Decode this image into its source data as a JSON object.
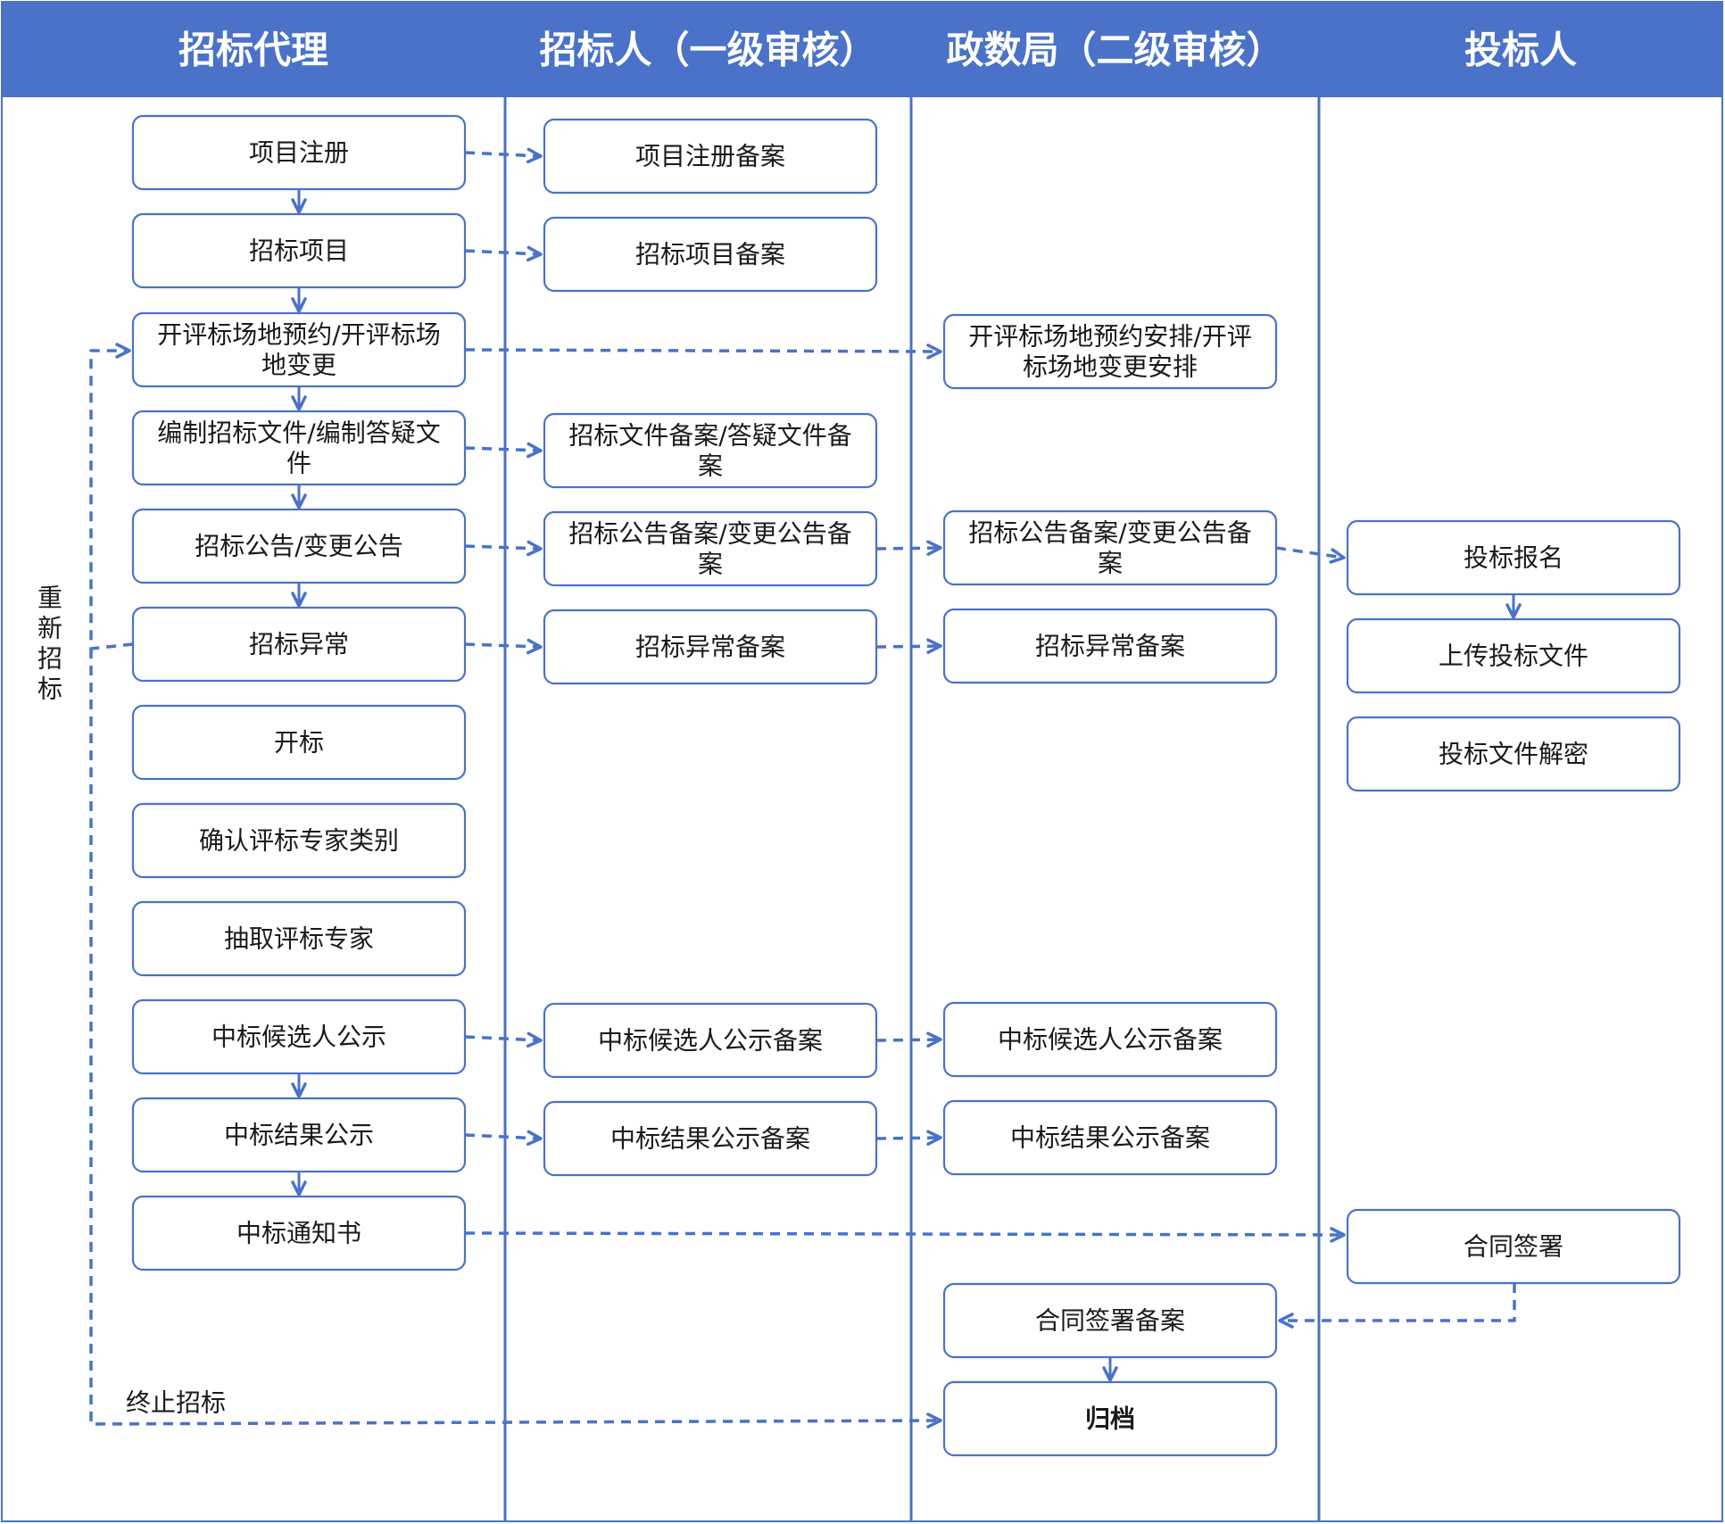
{
  "colors": {
    "accent": "#4a72c8",
    "header_fill": "#4a72c8",
    "header_text": "#ffffff",
    "node_border": "#4a72c8",
    "node_fill": "#ffffff",
    "text": "#1a1a1a"
  },
  "lanes": [
    {
      "id": "agent",
      "title": "招标代理"
    },
    {
      "id": "tenderer",
      "title": "招标人（一级审核）"
    },
    {
      "id": "bureau",
      "title": "政数局（二级审核）"
    },
    {
      "id": "bidder",
      "title": "投标人"
    }
  ],
  "nodes": [
    {
      "id": "a1",
      "lane": "agent",
      "lines": [
        "项目注册"
      ]
    },
    {
      "id": "a2",
      "lane": "agent",
      "lines": [
        "招标项目"
      ]
    },
    {
      "id": "a3",
      "lane": "agent",
      "lines": [
        "开评标场地预约/开评标场",
        "地变更"
      ]
    },
    {
      "id": "a4",
      "lane": "agent",
      "lines": [
        "编制招标文件/编制答疑文",
        "件"
      ]
    },
    {
      "id": "a5",
      "lane": "agent",
      "lines": [
        "招标公告/变更公告"
      ]
    },
    {
      "id": "a6",
      "lane": "agent",
      "lines": [
        "招标异常"
      ]
    },
    {
      "id": "a7",
      "lane": "agent",
      "lines": [
        "开标"
      ]
    },
    {
      "id": "a8",
      "lane": "agent",
      "lines": [
        "确认评标专家类别"
      ]
    },
    {
      "id": "a9",
      "lane": "agent",
      "lines": [
        "抽取评标专家"
      ]
    },
    {
      "id": "a10",
      "lane": "agent",
      "lines": [
        "中标候选人公示"
      ]
    },
    {
      "id": "a11",
      "lane": "agent",
      "lines": [
        "中标结果公示"
      ]
    },
    {
      "id": "a12",
      "lane": "agent",
      "lines": [
        "中标通知书"
      ]
    },
    {
      "id": "t1",
      "lane": "tenderer",
      "lines": [
        "项目注册备案"
      ]
    },
    {
      "id": "t2",
      "lane": "tenderer",
      "lines": [
        "招标项目备案"
      ]
    },
    {
      "id": "t3",
      "lane": "tenderer",
      "lines": [
        "招标文件备案/答疑文件备",
        "案"
      ]
    },
    {
      "id": "t4",
      "lane": "tenderer",
      "lines": [
        "招标公告备案/变更公告备",
        "案"
      ]
    },
    {
      "id": "t5",
      "lane": "tenderer",
      "lines": [
        "招标异常备案"
      ]
    },
    {
      "id": "t6",
      "lane": "tenderer",
      "lines": [
        "中标候选人公示备案"
      ]
    },
    {
      "id": "t7",
      "lane": "tenderer",
      "lines": [
        "中标结果公示备案"
      ]
    },
    {
      "id": "g1",
      "lane": "bureau",
      "lines": [
        "开评标场地预约安排/开评",
        "标场地变更安排"
      ]
    },
    {
      "id": "g2",
      "lane": "bureau",
      "lines": [
        "招标公告备案/变更公告备",
        "案"
      ]
    },
    {
      "id": "g3",
      "lane": "bureau",
      "lines": [
        "招标异常备案"
      ]
    },
    {
      "id": "g4",
      "lane": "bureau",
      "lines": [
        "中标候选人公示备案"
      ]
    },
    {
      "id": "g5",
      "lane": "bureau",
      "lines": [
        "中标结果公示备案"
      ]
    },
    {
      "id": "g6",
      "lane": "bureau",
      "lines": [
        "合同签署备案"
      ]
    },
    {
      "id": "g7",
      "lane": "bureau",
      "lines": [
        "归档"
      ],
      "bold": true
    },
    {
      "id": "b1",
      "lane": "bidder",
      "lines": [
        "投标报名"
      ]
    },
    {
      "id": "b2",
      "lane": "bidder",
      "lines": [
        "上传投标文件"
      ]
    },
    {
      "id": "b3",
      "lane": "bidder",
      "lines": [
        "投标文件解密"
      ]
    },
    {
      "id": "b4",
      "lane": "bidder",
      "lines": [
        "合同签署"
      ]
    }
  ],
  "edges": [
    {
      "from": "a1",
      "to": "a2",
      "style": "solid"
    },
    {
      "from": "a2",
      "to": "a3",
      "style": "solid"
    },
    {
      "from": "a3",
      "to": "a4",
      "style": "solid"
    },
    {
      "from": "a4",
      "to": "a5",
      "style": "solid"
    },
    {
      "from": "a5",
      "to": "a6",
      "style": "solid"
    },
    {
      "from": "a10",
      "to": "a11",
      "style": "solid"
    },
    {
      "from": "a11",
      "to": "a12",
      "style": "solid"
    },
    {
      "from": "b1",
      "to": "b2",
      "style": "solid"
    },
    {
      "from": "g6",
      "to": "g7",
      "style": "solid"
    },
    {
      "from": "a1",
      "to": "t1",
      "style": "dashed"
    },
    {
      "from": "a2",
      "to": "t2",
      "style": "dashed"
    },
    {
      "from": "a3",
      "to": "g1",
      "style": "dashed"
    },
    {
      "from": "a4",
      "to": "t3",
      "style": "dashed"
    },
    {
      "from": "a5",
      "to": "t4",
      "style": "dashed"
    },
    {
      "from": "t4",
      "to": "g2",
      "style": "dashed"
    },
    {
      "from": "g2",
      "to": "b1",
      "style": "dashed"
    },
    {
      "from": "a6",
      "to": "t5",
      "style": "dashed"
    },
    {
      "from": "t5",
      "to": "g3",
      "style": "dashed"
    },
    {
      "from": "a10",
      "to": "t6",
      "style": "dashed"
    },
    {
      "from": "t6",
      "to": "g4",
      "style": "dashed"
    },
    {
      "from": "a11",
      "to": "t7",
      "style": "dashed"
    },
    {
      "from": "t7",
      "to": "g5",
      "style": "dashed"
    },
    {
      "from": "a12",
      "to": "b4",
      "style": "dashed"
    },
    {
      "from": "b4",
      "to": "g6",
      "style": "dashed"
    },
    {
      "from": "a6",
      "to": "a3",
      "style": "dashed",
      "label": "重新招标"
    },
    {
      "from": "a6",
      "to": "g7",
      "style": "dashed",
      "label": "终止招标"
    }
  ],
  "labels": {
    "retender": "重新招标",
    "terminate": "终止招标"
  }
}
